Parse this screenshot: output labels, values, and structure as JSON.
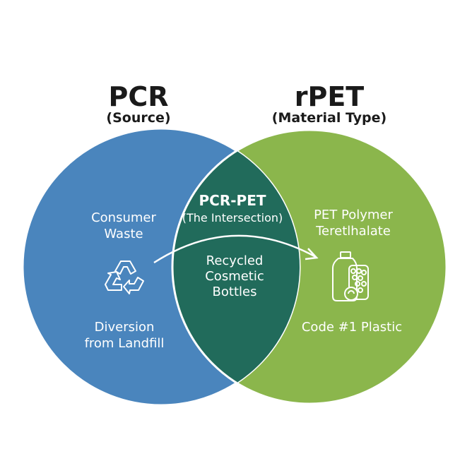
{
  "left_set": {
    "title": "PCR",
    "subtitle": "(Source)",
    "line1": "Consumer",
    "line2": "Waste",
    "line3": "Diversion",
    "line4": "from Landfill",
    "icon": "recycle-icon",
    "color": "#4a85bd"
  },
  "right_set": {
    "title": "rPET",
    "subtitle": "(Material Type)",
    "line1": "PET Polymer",
    "line2": "Teretlhalate",
    "line3": "Code #1 Plastic",
    "icon": "plastic-bottle-icon",
    "color": "#8bb64c"
  },
  "intersection": {
    "title": "PCR-PET",
    "subtitle": "(The Intersection)",
    "line1": "Recycled",
    "line2": "Cosmetic",
    "line3": "Bottles",
    "color": "#216b5b"
  }
}
